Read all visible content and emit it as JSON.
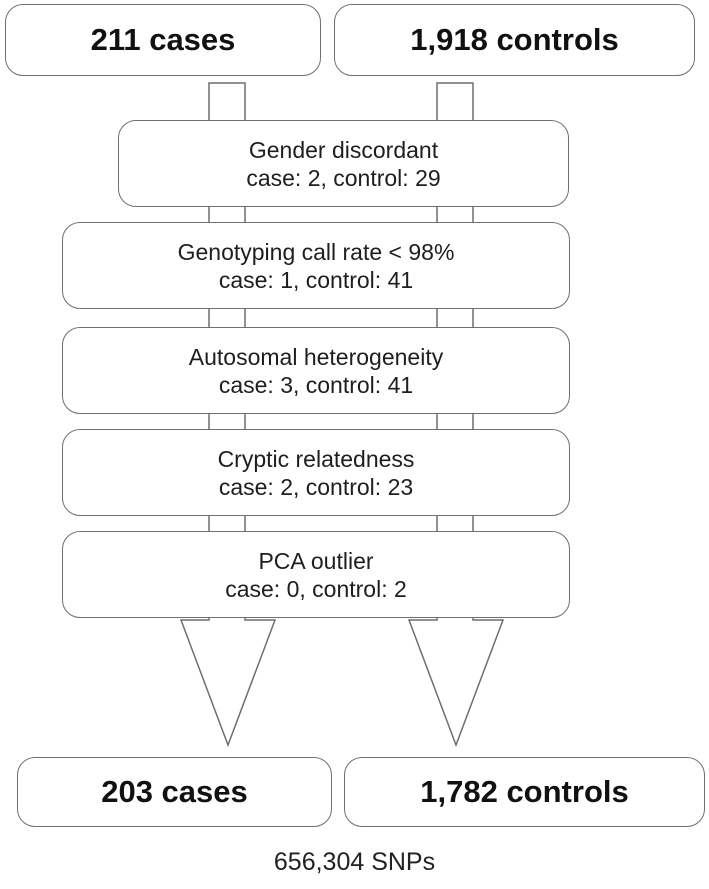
{
  "top": {
    "cases": "211 cases",
    "controls": "1,918 controls"
  },
  "filters": [
    {
      "title": "Gender discordant",
      "detail": "case: 2, control: 29"
    },
    {
      "title": "Genotyping call rate < 98%",
      "detail": "case: 1, control: 41"
    },
    {
      "title": "Autosomal heterogeneity",
      "detail": "case: 3, control: 41"
    },
    {
      "title": "Cryptic relatedness",
      "detail": "case: 2, control: 23"
    },
    {
      "title": "PCA outlier",
      "detail": "case: 0, control: 2"
    }
  ],
  "bottom": {
    "cases": "203 cases",
    "controls": "1,782 controls"
  },
  "footer": "656,304 SNPs"
}
